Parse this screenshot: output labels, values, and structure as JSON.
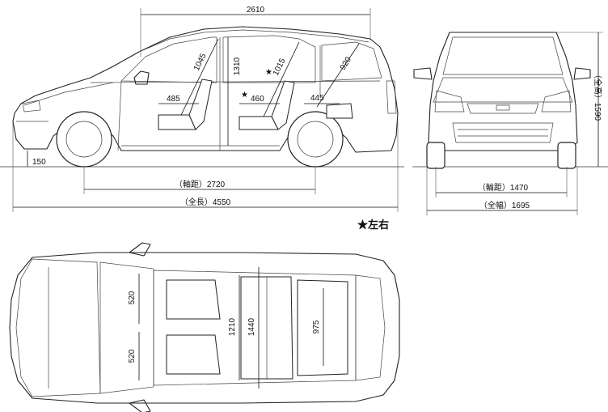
{
  "side_view": {
    "dim_upper_length": "2610",
    "dim_wheelbase": "（軸距）2720",
    "dim_overall_length": "（全長）4550",
    "dim_ground_clearance": "150",
    "dim_front_headroom": "1045",
    "dim_interior_height": "1310",
    "dim_rear_headroom": "1015",
    "dim_cargo_height": "920",
    "dim_front_seat_height": "485",
    "dim_rear_seat_height": "460",
    "dim_cargo_floor": "445"
  },
  "front_view": {
    "dim_overall_height": "（全高）1590",
    "dim_tread": "（輪距）1470",
    "dim_overall_width": "（全幅）1695"
  },
  "top_view": {
    "dim_seat_width_upper": "520",
    "dim_seat_width_lower": "520",
    "dim_interior_width": "1210",
    "dim_interior_width_max": "1440",
    "dim_cargo_width": "975"
  },
  "legend": {
    "star_note": "★左右"
  }
}
